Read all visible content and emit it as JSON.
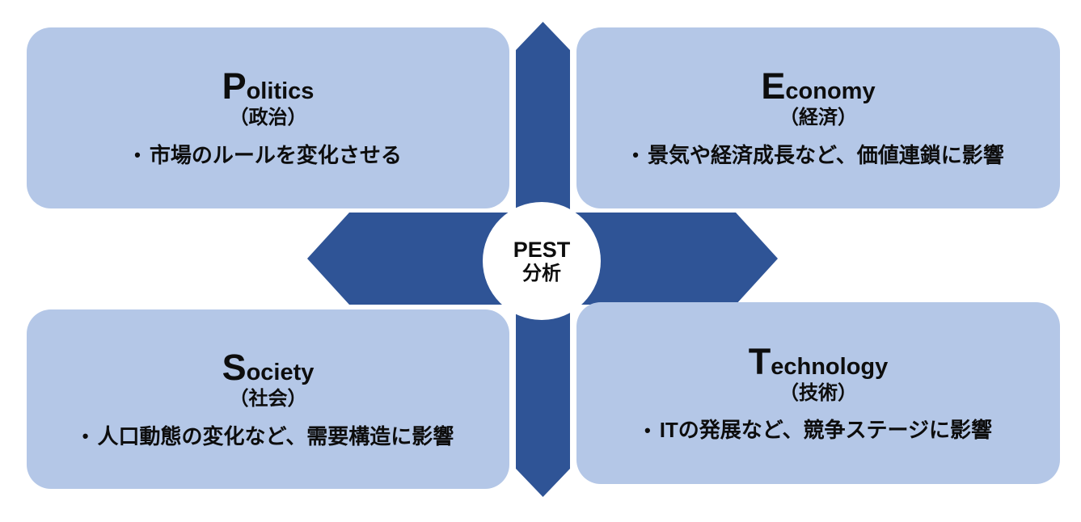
{
  "center": {
    "line1": "PEST",
    "line2": "分析"
  },
  "bullet_marker": "•",
  "quadrants": {
    "politics": {
      "initial": "P",
      "rest": "olitics",
      "jp": "（政治）",
      "point": "市場のルールを変化させる"
    },
    "economy": {
      "initial": "E",
      "rest": "conomy",
      "jp": "（経済）",
      "point": "景気や経済成長など、価値連鎖に影響"
    },
    "society": {
      "initial": "S",
      "rest": "ociety",
      "jp": "（社会）",
      "point": "人口動態の変化など、需要構造に影響"
    },
    "technology": {
      "initial": "T",
      "rest": "echnology",
      "jp": "（技術）",
      "point": "ITの発展など、競争ステージに影響"
    }
  },
  "colors": {
    "box_fill": "#B4C7E7",
    "arrow_fill": "#2F5496",
    "text": "#0D0D0D",
    "center_fill": "#FFFFFF"
  }
}
